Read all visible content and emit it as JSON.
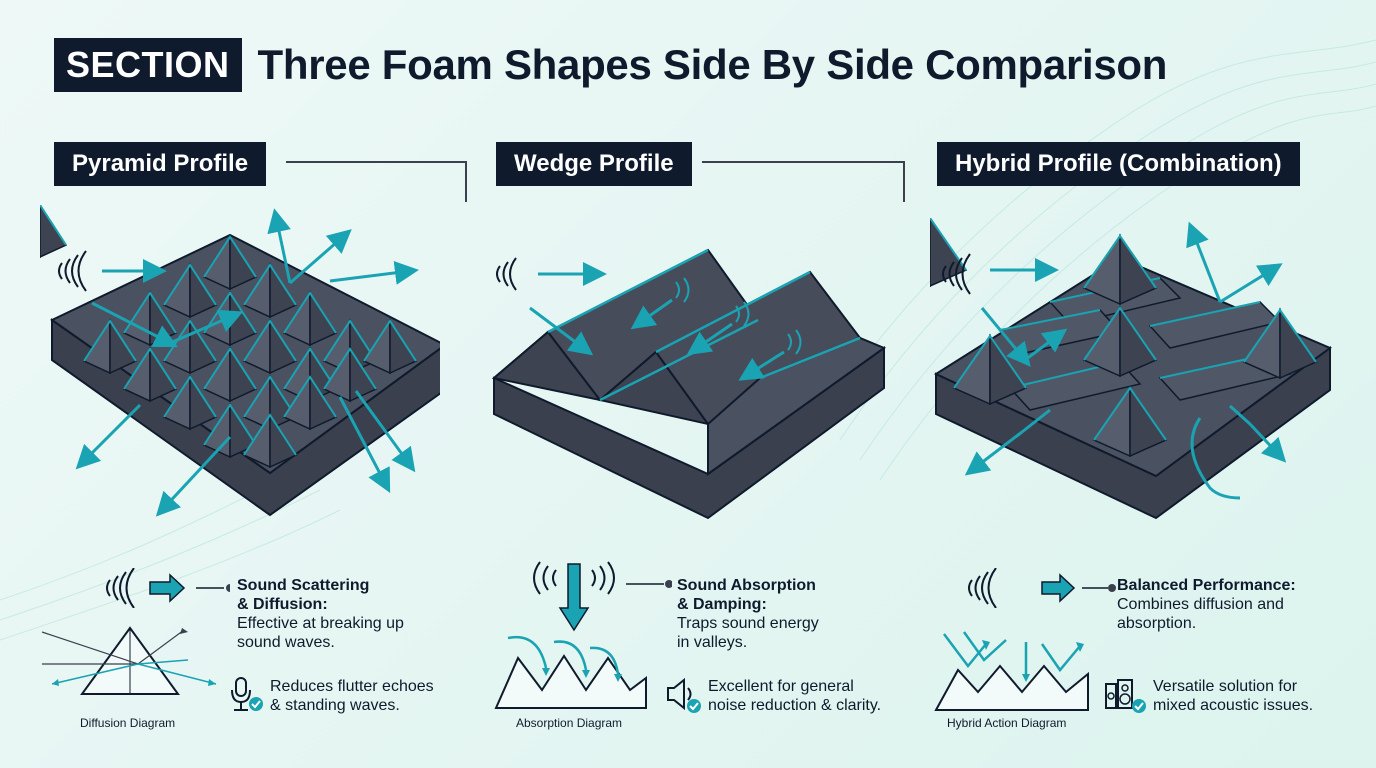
{
  "header": {
    "badge": "SECTION",
    "title": "Three  Foam Shapes Side By Side Comparison"
  },
  "colors": {
    "navy": "#0f1b2d",
    "accent": "#1aa3b3",
    "foam_face": "#4a5160",
    "foam_dark": "#3a404d",
    "background": "#e6f6f3"
  },
  "profiles": [
    {
      "title": "Pyramid Profile",
      "desc_title": "Sound Scattering\n& Diffusion:",
      "desc_body": "Effective at breaking up\nsound waves.",
      "note": "Reduces flutter echoes\n& standing waves.",
      "note_icon": "microphone-check-icon",
      "diagram_caption": "Diffusion Diagram"
    },
    {
      "title": "Wedge Profile",
      "desc_title": "Sound Absorption\n& Damping:",
      "desc_body": "Traps sound energy\nin valleys.",
      "note": "Excellent for general\nnoise reduction & clarity.",
      "note_icon": "speaker-check-icon",
      "diagram_caption": "Absorption Diagram"
    },
    {
      "title": "Hybrid Profile (Combination)",
      "desc_title": "Balanced Performance:",
      "desc_body": "Combines diffusion and\nabsorption.",
      "note": "Versatile solution for\nmixed acoustic issues.",
      "note_icon": "speaker-system-check-icon",
      "diagram_caption": "Hybrid Action Diagram"
    }
  ]
}
